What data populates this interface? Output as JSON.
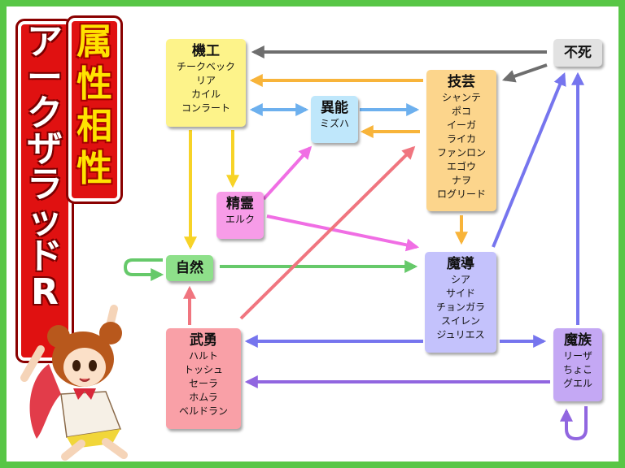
{
  "title": {
    "main_chars": [
      "属",
      "性",
      "相",
      "性"
    ],
    "game_chars": [
      "ア",
      "ー",
      "ク",
      "ザ",
      "ラ",
      "ッ",
      "ド",
      "R"
    ]
  },
  "nodes": {
    "kikou": {
      "name": "機工",
      "members": [
        "チークベック",
        "リア",
        "カイル",
        "コンラート"
      ],
      "color": "#fdf38a"
    },
    "ginou": {
      "name": "技芸",
      "members": [
        "シャンテ",
        "ポコ",
        "イーガ",
        "ライカ",
        "ファンロン",
        "エゴウ",
        "ナヲ",
        "ログリード"
      ],
      "color": "#fcd58c"
    },
    "fushi": {
      "name": "不死",
      "members": [],
      "color": "#e2e2e2"
    },
    "inou": {
      "name": "異能",
      "members": [
        "ミズハ"
      ],
      "color": "#bfe7fb"
    },
    "seirei": {
      "name": "精霊",
      "members": [
        "エルク"
      ],
      "color": "#f79ce8"
    },
    "shizen": {
      "name": "自然",
      "members": [],
      "color": "#8ee08a"
    },
    "madou": {
      "name": "魔導",
      "members": [
        "シア",
        "サイド",
        "チョンガラ",
        "スイレン",
        "ジュリエス"
      ],
      "color": "#c4c2fc"
    },
    "buyuu": {
      "name": "武勇",
      "members": [
        "ハルト",
        "トッシュ",
        "セーラ",
        "ホムラ",
        "ベルドラン"
      ],
      "color": "#f9a0a7"
    },
    "mazoku": {
      "name": "魔族",
      "members": [
        "リーザ",
        "ちょこ",
        "グエル"
      ],
      "color": "#c4a8f4"
    }
  },
  "arrow_colors": {
    "gray": "#6e6e6e",
    "orange": "#f8b43a",
    "blue": "#6db0ee",
    "yellow": "#f7d327",
    "magenta": "#f06ee4",
    "green": "#66c96a",
    "salmon": "#f0757f",
    "indigo": "#7675ee",
    "purple": "#9166e0"
  }
}
